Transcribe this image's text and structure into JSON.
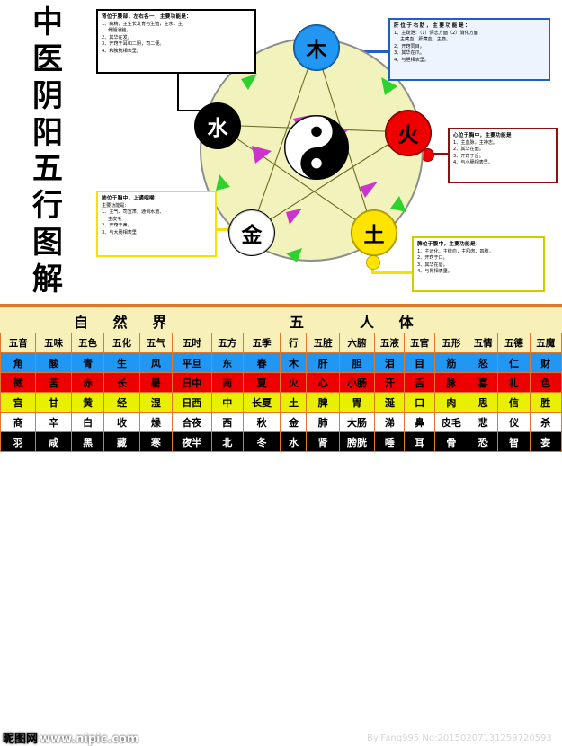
{
  "title": {
    "chars": [
      "中",
      "医",
      "阴",
      "阳",
      "五",
      "行",
      "图",
      "解"
    ]
  },
  "boxes": {
    "kidney": {
      "heading": "肾位于腰部，左右各一，主要功能是：",
      "lines": [
        "1、藏精，主生长发育与生殖，主水，主",
        "骨髓通脑。",
        "2、其华在发。",
        "3、开窍于耳和二阴，司二便。",
        "4、和膀胱相表里。"
      ],
      "border_color": "#000000"
    },
    "liver": {
      "heading": "肝位于右肋，主要功能是：",
      "lines": [
        "1、主疏泄：（1）情志方面（2）消化方面",
        "主藏血：肝藏血，主筋。",
        "2、开窍同目。",
        "3、其华在爪。",
        "4、与胆相表里。"
      ],
      "border_color": "#1f60c0"
    },
    "heart": {
      "heading": "心位于胸中，主要功能是",
      "lines": [
        "1、主血脉，主神志。",
        "2、其华在面。",
        "3、开窍于舌。",
        "4、与小肠相表里。"
      ],
      "border_color": "#8e1111"
    },
    "lung": {
      "heading": "肺位于胸中，上通咽喉；",
      "lines": [
        "主要功能是:",
        "1、主气、司宣肃，通调水道、",
        "主皮毛",
        "2、开窍于鼻。",
        "3、与大肠相表里"
      ],
      "border_color": "#f2e400"
    },
    "spleen": {
      "heading": "脾位于腹中，主要功能是：",
      "lines": [
        "1、主运化，主统血，主肌肉、四肢。",
        "2、开窍于口。",
        "3、其华在唇。",
        "4、与胃相表里。"
      ],
      "border_color": "#cfcf00"
    }
  },
  "wheel": {
    "nodes": [
      {
        "key": "wood",
        "label": "木",
        "color": "#2196f3"
      },
      {
        "key": "fire",
        "label": "火",
        "color": "#ee0000"
      },
      {
        "key": "earth",
        "label": "土",
        "color": "#ffe400"
      },
      {
        "key": "metal",
        "label": "金",
        "color": "#ffffff"
      },
      {
        "key": "water",
        "label": "水",
        "color": "#000000"
      }
    ],
    "generating_arrow_color": "#2fd12f",
    "overcoming_arrow_color": "#cc33cc",
    "disc_color": "#f2f2bd"
  },
  "table": {
    "super_headers": [
      "自 然 界",
      "五",
      "人 体"
    ],
    "headers": [
      "五音",
      "五味",
      "五色",
      "五化",
      "五气",
      "五时",
      "五方",
      "五季",
      "行",
      "五脏",
      "六腑",
      "五液",
      "五官",
      "五形",
      "五情",
      "五德",
      "五魔"
    ],
    "rows": [
      {
        "element": "wood",
        "color": "#2196f3",
        "cells": [
          "角",
          "酸",
          "青",
          "生",
          "风",
          "平旦",
          "东",
          "春",
          "木",
          "肝",
          "胆",
          "泪",
          "目",
          "筋",
          "怒",
          "仁",
          "财"
        ]
      },
      {
        "element": "fire",
        "color": "#ee0000",
        "cells": [
          "徵",
          "苦",
          "赤",
          "长",
          "暑",
          "日中",
          "南",
          "夏",
          "火",
          "心",
          "小肠",
          "汗",
          "舌",
          "脉",
          "喜",
          "礼",
          "色"
        ]
      },
      {
        "element": "earth",
        "color": "#e8f000",
        "cells": [
          "宫",
          "甘",
          "黄",
          "经",
          "湿",
          "日西",
          "中",
          "长夏",
          "土",
          "脾",
          "胃",
          "涎",
          "口",
          "肉",
          "思",
          "信",
          "胜"
        ]
      },
      {
        "element": "metal",
        "color": "#ffffff",
        "cells": [
          "商",
          "辛",
          "白",
          "收",
          "燥",
          "合夜",
          "西",
          "秋",
          "金",
          "肺",
          "大肠",
          "涕",
          "鼻",
          "皮毛",
          "悲",
          "仪",
          "杀"
        ]
      },
      {
        "element": "water",
        "color": "#000000",
        "cells": [
          "羽",
          "咸",
          "黑",
          "藏",
          "寒",
          "夜半",
          "北",
          "冬",
          "水",
          "肾",
          "膀胱",
          "唾",
          "耳",
          "骨",
          "恐",
          "智",
          "妄"
        ]
      }
    ]
  },
  "watermarks": {
    "site_logo": "昵图网",
    "site_url": "www.nipic.com",
    "credit": "By:Fang995 Ng:20150207131259720593"
  }
}
